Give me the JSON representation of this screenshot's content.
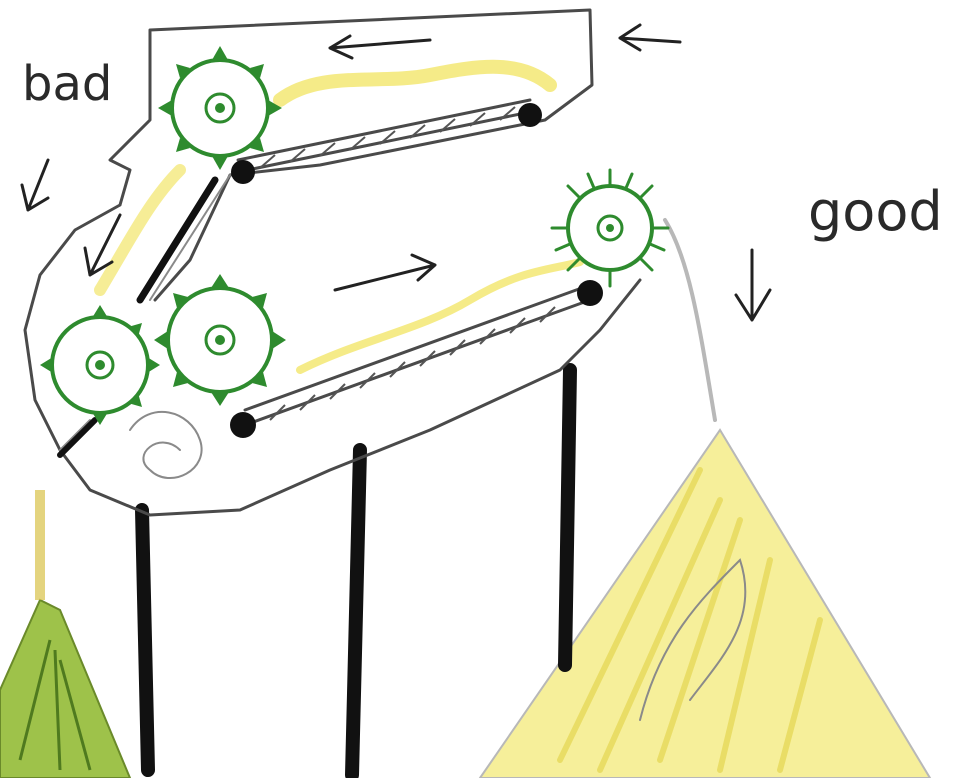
{
  "labels": {
    "bad": "bad",
    "good": "good"
  },
  "colors": {
    "gear_green": "#2e8b2e",
    "grain_yellow": "#f2e66a",
    "bad_pile_green": "#7fb52f",
    "pencil_grey": "#4a4a4a",
    "legs_black": "#111111"
  },
  "icons": {
    "gears": "green-spiked-gear",
    "arrows": "hand-drawn-arrow"
  }
}
